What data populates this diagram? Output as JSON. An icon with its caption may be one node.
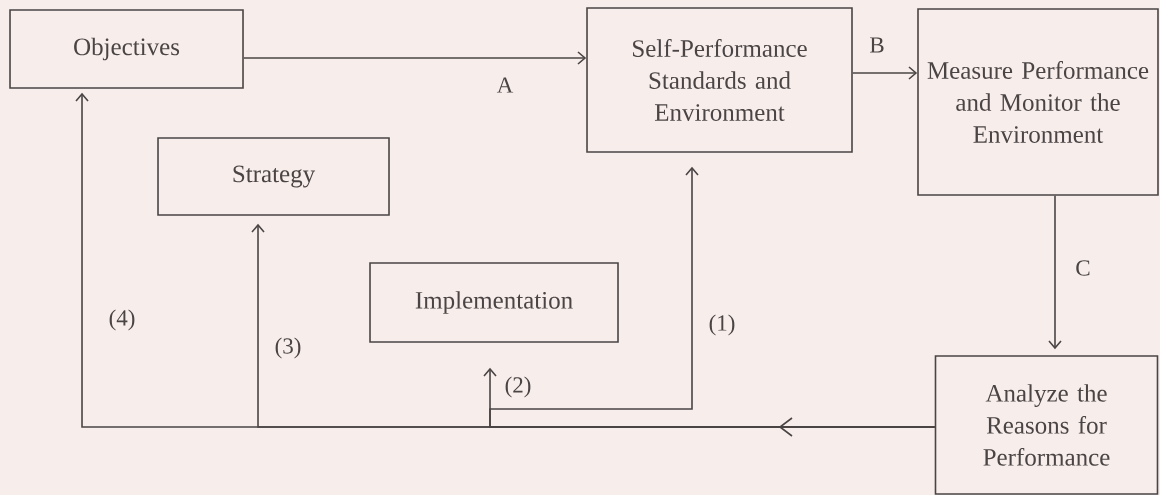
{
  "diagram": {
    "nodes": [
      {
        "text": [
          "Objectives"
        ]
      },
      {
        "text": [
          "Self-Performance Standards and Environment"
        ]
      },
      {
        "text": [
          "Measure Performance and Monitor the Environment"
        ]
      },
      {
        "text": [
          "Strategy"
        ]
      },
      {
        "text": [
          "Implementation"
        ]
      },
      {
        "text": [
          "Analyze the Reasons for Performance"
        ]
      }
    ],
    "edges": [
      {
        "from": 0,
        "to": 1,
        "arrow": "to",
        "label": "A"
      },
      {
        "from": 1,
        "to": 2,
        "arrow": "to",
        "label": "B"
      },
      {
        "from": 2,
        "to": 5,
        "arrow": "to",
        "label": "C"
      },
      {
        "from": 5,
        "to": 0,
        "arrow": "to",
        "label": "(4)"
      },
      {
        "from": 5,
        "to": 3,
        "arrow": "to",
        "label": "(3)"
      },
      {
        "from": 5,
        "to": 4,
        "arrow": "to",
        "label": "(2)"
      },
      {
        "from": 5,
        "to": 1,
        "arrow": "to",
        "label": "(1)"
      }
    ]
  }
}
